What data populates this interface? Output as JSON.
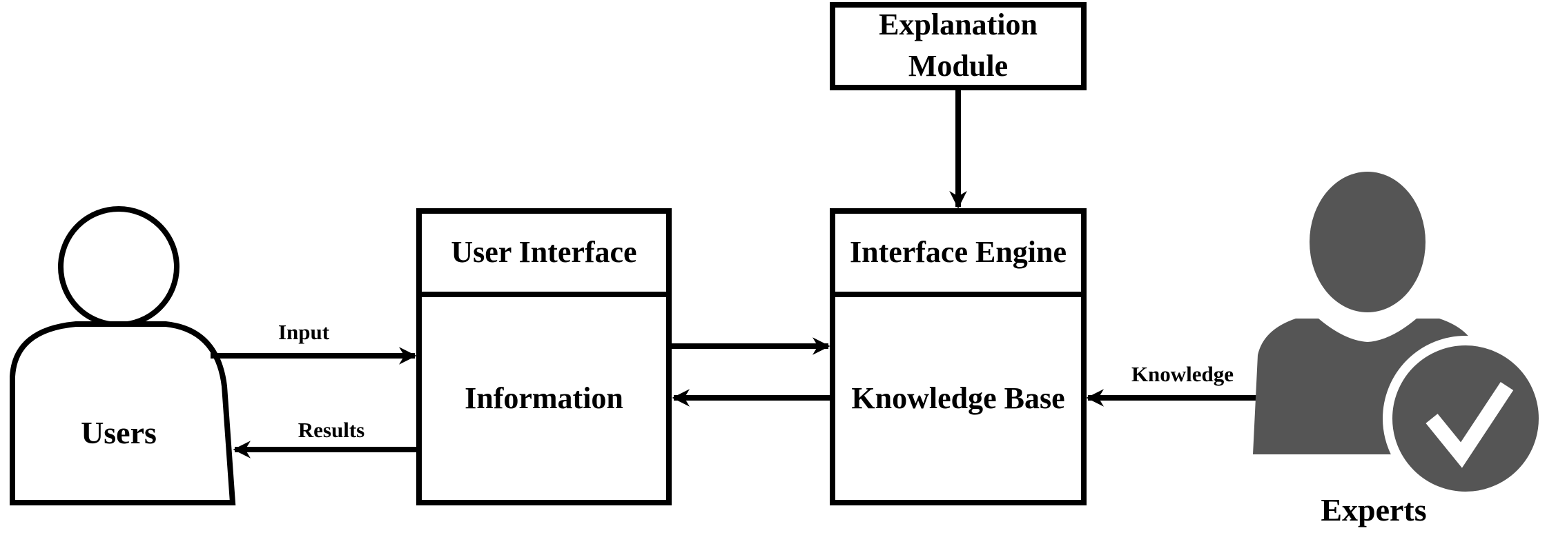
{
  "users": {
    "label": "Users"
  },
  "experts": {
    "label": "Experts"
  },
  "explanation_module": {
    "line1": "Explanation",
    "line2": "Module"
  },
  "user_interface_box": {
    "title": "User Interface",
    "body": "Information"
  },
  "engine_box": {
    "title": "Interface Engine",
    "body": "Knowledge Base"
  },
  "arrows": {
    "input": "Input",
    "results": "Results",
    "knowledge": "Knowledge"
  },
  "colors": {
    "line": "#000000",
    "expert_fill": "#555555",
    "background": "#ffffff"
  }
}
